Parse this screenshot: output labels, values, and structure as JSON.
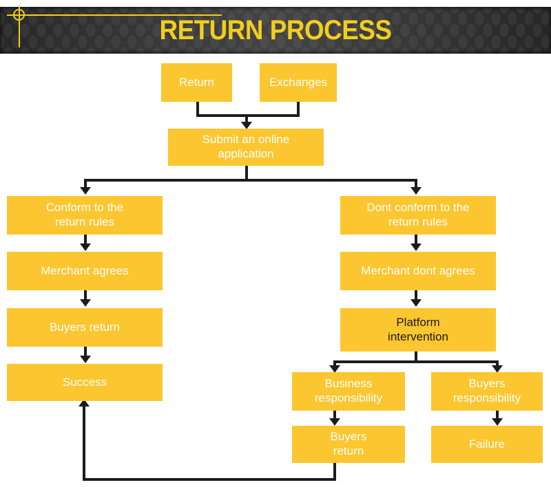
{
  "header": {
    "title": "RETURN PROCESS",
    "accent_color": "#f2ce1e",
    "background_color": "#2e2e2e"
  },
  "palette": {
    "node_fill": "#fbc62f",
    "node_text_light": "#ffffff",
    "node_text_dark": "#1a1a1a",
    "connector": "#1c1c1c",
    "page_background": "#ffffff"
  },
  "flowchart": {
    "nodes": [
      {
        "id": "return",
        "label": "Return",
        "text_color": "light"
      },
      {
        "id": "exchanges",
        "label": "Exchanges",
        "text_color": "light"
      },
      {
        "id": "submit",
        "label": "Submit an online\napplication",
        "text_color": "light"
      },
      {
        "id": "conform",
        "label": "Conform to the\nreturn rules",
        "text_color": "light"
      },
      {
        "id": "merchant-agrees",
        "label": "Merchant agrees",
        "text_color": "light"
      },
      {
        "id": "buyers-return-left",
        "label": "Buyers return",
        "text_color": "light"
      },
      {
        "id": "success",
        "label": "Success",
        "text_color": "light"
      },
      {
        "id": "dont-conform",
        "label": "Dont conform to the\nreturn rules",
        "text_color": "light"
      },
      {
        "id": "merchant-dont-agrees",
        "label": "Merchant dont agrees",
        "text_color": "light"
      },
      {
        "id": "platform-intervention",
        "label": "Platform\nintervention",
        "text_color": "dark"
      },
      {
        "id": "business-responsibility",
        "label": "Business\nresponsibility",
        "text_color": "light"
      },
      {
        "id": "buyers-return-right",
        "label": "Buyers\nreturn",
        "text_color": "light"
      },
      {
        "id": "buyers-responsibility",
        "label": "Buyers\nresponsibility",
        "text_color": "light"
      },
      {
        "id": "failure",
        "label": "Failure",
        "text_color": "light"
      }
    ],
    "edges": [
      {
        "from": "return",
        "to": "submit"
      },
      {
        "from": "exchanges",
        "to": "submit"
      },
      {
        "from": "submit",
        "to": "conform"
      },
      {
        "from": "submit",
        "to": "dont-conform"
      },
      {
        "from": "conform",
        "to": "merchant-agrees"
      },
      {
        "from": "merchant-agrees",
        "to": "buyers-return-left"
      },
      {
        "from": "buyers-return-left",
        "to": "success"
      },
      {
        "from": "dont-conform",
        "to": "merchant-dont-agrees"
      },
      {
        "from": "merchant-dont-agrees",
        "to": "platform-intervention"
      },
      {
        "from": "platform-intervention",
        "to": "business-responsibility"
      },
      {
        "from": "platform-intervention",
        "to": "buyers-responsibility"
      },
      {
        "from": "business-responsibility",
        "to": "buyers-return-right"
      },
      {
        "from": "buyers-responsibility",
        "to": "failure"
      },
      {
        "from": "buyers-return-right",
        "to": "success"
      }
    ]
  }
}
